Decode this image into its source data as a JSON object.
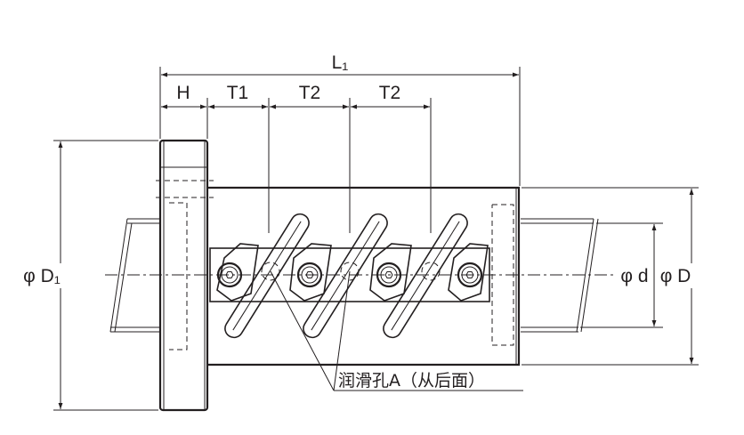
{
  "dimensions": {
    "overall_length": "L₁",
    "flange_width": "H",
    "pitch_first": "T1",
    "pitch_second": "T2",
    "pitch_third": "T2",
    "flange_diameter": "φ D₁",
    "shaft_diameter": "φ d",
    "nut_diameter": "φ D"
  },
  "callouts": {
    "lubrication_hole": "润滑孔A（从后面）"
  }
}
